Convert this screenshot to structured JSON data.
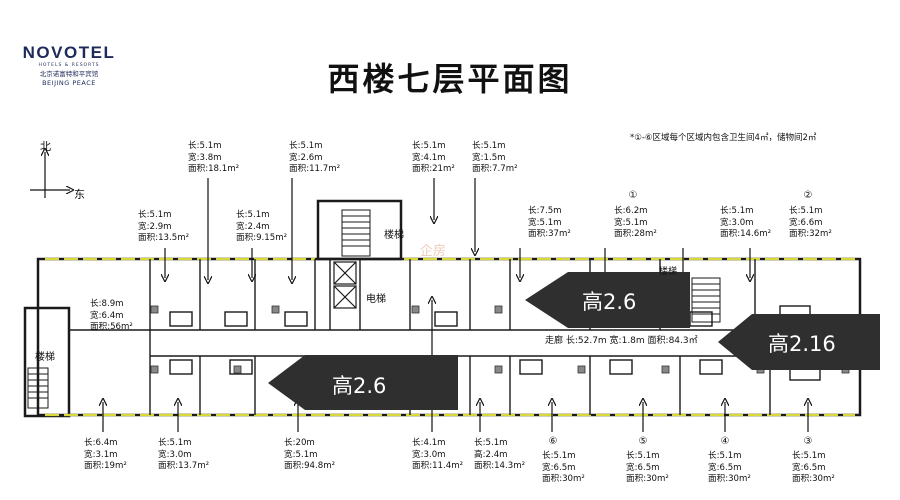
{
  "logo": {
    "brand": "NOVOTEL",
    "sub": "HOTELS & RESORTS",
    "cn": "北京诺富特和平宾馆",
    "en": "BEIJING PEACE"
  },
  "title": "西楼七层平面图",
  "note": "*①-⑥区域每个区域内包含卫生间4㎡，储物间2㎡",
  "compass": {
    "north": "北",
    "east": "东"
  },
  "labels": {
    "elevator": "电梯",
    "stair_center": "楼梯",
    "stair_left": "楼梯",
    "stair_right": "楼梯",
    "corridor": "走廊 长:52.7m 宽:1.8m 面积:84.3㎡",
    "watermark": "企房"
  },
  "banners": [
    {
      "text": "高2.6"
    },
    {
      "text": "高2.16"
    },
    {
      "text": "高2.6"
    }
  ],
  "rooms_top": [
    {
      "num": "",
      "l": "长:5.1m",
      "w": "宽:3.8m",
      "a": "面积:18.1m²"
    },
    {
      "num": "",
      "l": "长:5.1m",
      "w": "宽:2.6m",
      "a": "面积:11.7m²"
    },
    {
      "num": "",
      "l": "长:5.1m",
      "w": "宽:4.1m",
      "a": "面积:21m²"
    },
    {
      "num": "",
      "l": "长:5.1m",
      "w": "宽:1.5m",
      "a": "面积:7.7m²"
    },
    {
      "num": "",
      "l": "长:5.1m",
      "w": "宽:2.9m",
      "a": "面积:13.5m²"
    },
    {
      "num": "",
      "l": "长:5.1m",
      "w": "宽:2.4m",
      "a": "面积:9.15m²"
    },
    {
      "num": "",
      "l": "长:7.5m",
      "w": "宽:5.1m",
      "a": "面积:37m²"
    },
    {
      "num": "①",
      "l": "长:6.2m",
      "w": "宽:5.1m",
      "a": "面积:28m²"
    },
    {
      "num": "",
      "l": "长:5.1m",
      "w": "宽:3.0m",
      "a": "面积:14.6m²"
    },
    {
      "num": "②",
      "l": "长:5.1m",
      "w": "宽:6.6m",
      "a": "面积:32m²"
    }
  ],
  "room_left": {
    "l": "长:8.9m",
    "w": "宽:6.4m",
    "a": "面积:56m²"
  },
  "rooms_bottom": [
    {
      "num": "",
      "l": "长:6.4m",
      "w": "宽:3.1m",
      "a": "面积:19m²"
    },
    {
      "num": "",
      "l": "长:5.1m",
      "w": "宽:3.0m",
      "a": "面积:13.7m²"
    },
    {
      "num": "",
      "l": "长:20m",
      "w": "宽:5.1m",
      "a": "面积:94.8m²"
    },
    {
      "num": "",
      "l": "长:4.1m",
      "w": "宽:3.0m",
      "a": "面积:11.4m²"
    },
    {
      "num": "",
      "l": "长:5.1m",
      "w": "高:2.4m",
      "a": "面积:14.3m²"
    },
    {
      "num": "⑥",
      "l": "长:5.1m",
      "w": "宽:6.5m",
      "a": "面积:30m²"
    },
    {
      "num": "⑤",
      "l": "长:5.1m",
      "w": "宽:6.5m",
      "a": "面积:30m²"
    },
    {
      "num": "④",
      "l": "长:5.1m",
      "w": "宽:6.5m",
      "a": "面积:30m²"
    },
    {
      "num": "③",
      "l": "长:5.1m",
      "w": "宽:6.5m",
      "a": "面积:30m²"
    }
  ],
  "colors": {
    "wall": "#1a1a1a",
    "window": "#d8d83a",
    "banner": "#2f2f2f",
    "logo": "#1d2a5a"
  }
}
